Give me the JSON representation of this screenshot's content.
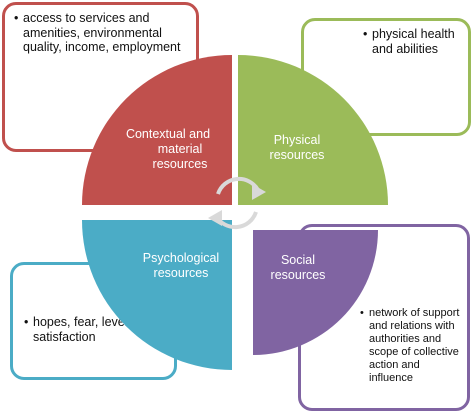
{
  "colors": {
    "contextual": "#c0504d",
    "physical": "#9bbb59",
    "psychological": "#4bacc6",
    "social": "#8064a2"
  },
  "quadrants": {
    "contextual": {
      "line1": "Contextual and",
      "line2": "material",
      "line3": "resources"
    },
    "physical": {
      "line1": "Physical",
      "line2": "resources"
    },
    "psychological": {
      "line1": "Psychological",
      "line2": "resources"
    },
    "social": {
      "line1": "Social",
      "line2": "resources"
    }
  },
  "boxes": {
    "contextual": {
      "bullet": "access to services and amenities, environmental quality, income, employment"
    },
    "physical": {
      "bullet": "physical health and abilities"
    },
    "psychological": {
      "bullet": "hopes, fear, levels of satisfaction"
    },
    "social": {
      "bullet": "network of support and relations with authorities and scope of collective action and influence"
    }
  },
  "center_icon": "cycle-arrows-icon"
}
